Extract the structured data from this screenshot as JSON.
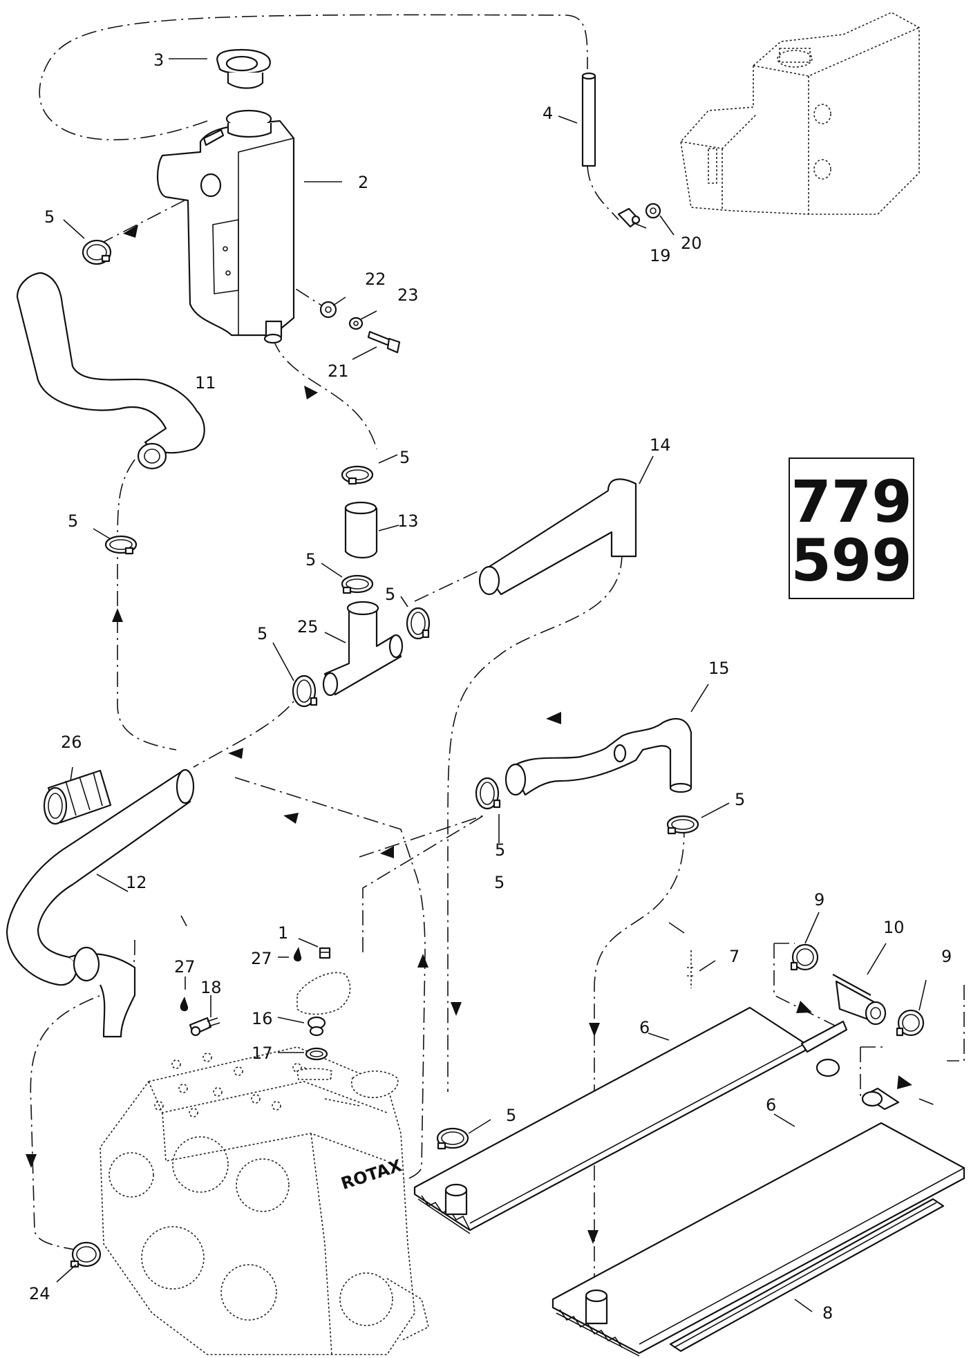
{
  "reference_box": {
    "line1": "779",
    "line2": "599"
  },
  "engine_logo": "ROTAX",
  "callouts": {
    "c1": "1",
    "c2": "2",
    "c3": "3",
    "c4": "4",
    "c5a": "5",
    "c5b": "5",
    "c5c": "5",
    "c5d": "5",
    "c5e": "5",
    "c5f": "5",
    "c5g": "5",
    "c5h": "5",
    "c5i": "5",
    "c5j": "5",
    "c6a": "6",
    "c6b": "6",
    "c7": "7",
    "c8": "8",
    "c9a": "9",
    "c9b": "9",
    "c10": "10",
    "c11": "11",
    "c12": "12",
    "c13": "13",
    "c14": "14",
    "c15": "15",
    "c16": "16",
    "c17": "17",
    "c18": "18",
    "c19": "19",
    "c20": "20",
    "c21": "21",
    "c22": "22",
    "c23": "23",
    "c24": "24",
    "c25": "25",
    "c26": "26",
    "c27a": "27",
    "c27b": "27"
  }
}
